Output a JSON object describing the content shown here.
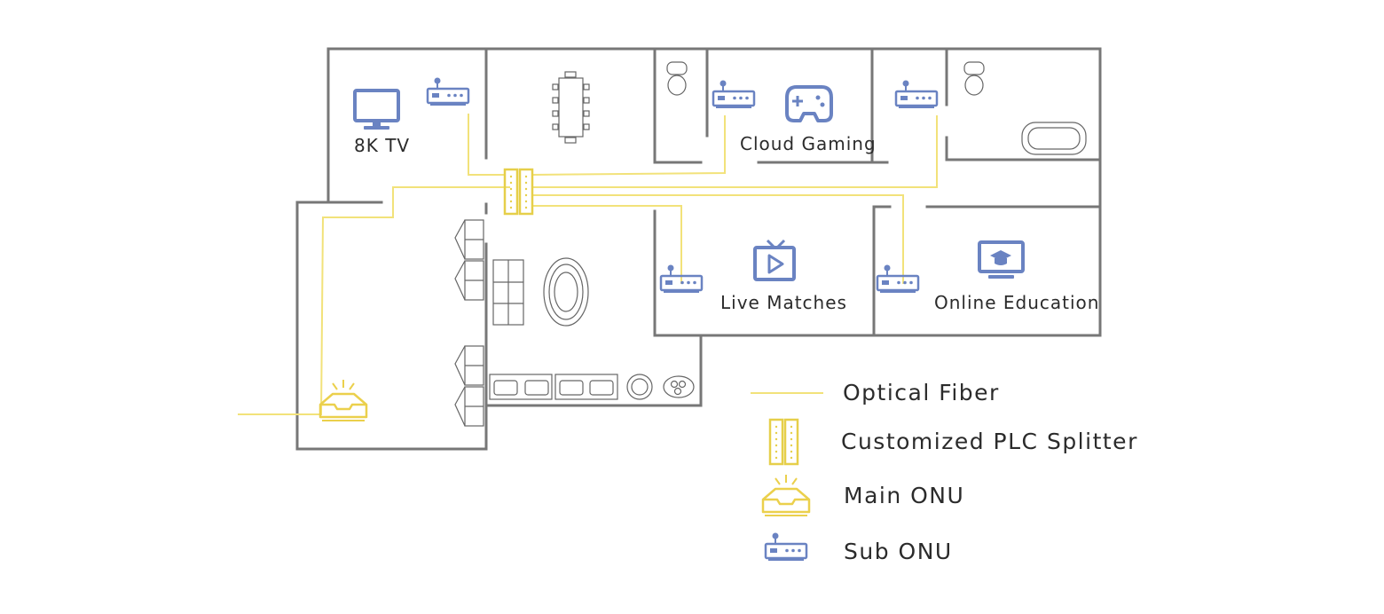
{
  "colors": {
    "fiber": "#f2e27a",
    "splitter": "#e6cf4a",
    "main_onu": "#ebd04c",
    "sub_onu": "#6a83c2",
    "wall": "#777777"
  },
  "rooms": {
    "tv": {
      "label": "8K TV",
      "icon": "monitor-icon"
    },
    "gaming": {
      "label": "Cloud Gaming",
      "icon": "gamepad-icon"
    },
    "live": {
      "label": "Live Matches",
      "icon": "tv-play-icon"
    },
    "education": {
      "label": "Online Education",
      "icon": "graduation-screen-icon"
    }
  },
  "legend": {
    "fiber": {
      "label": "Optical Fiber"
    },
    "splitter": {
      "label": "Customized PLC Splitter",
      "icon": "splitter-icon"
    },
    "main_onu": {
      "label": "Main ONU",
      "icon": "main-onu-icon"
    },
    "sub_onu": {
      "label": "Sub ONU",
      "icon": "sub-onu-icon"
    }
  }
}
